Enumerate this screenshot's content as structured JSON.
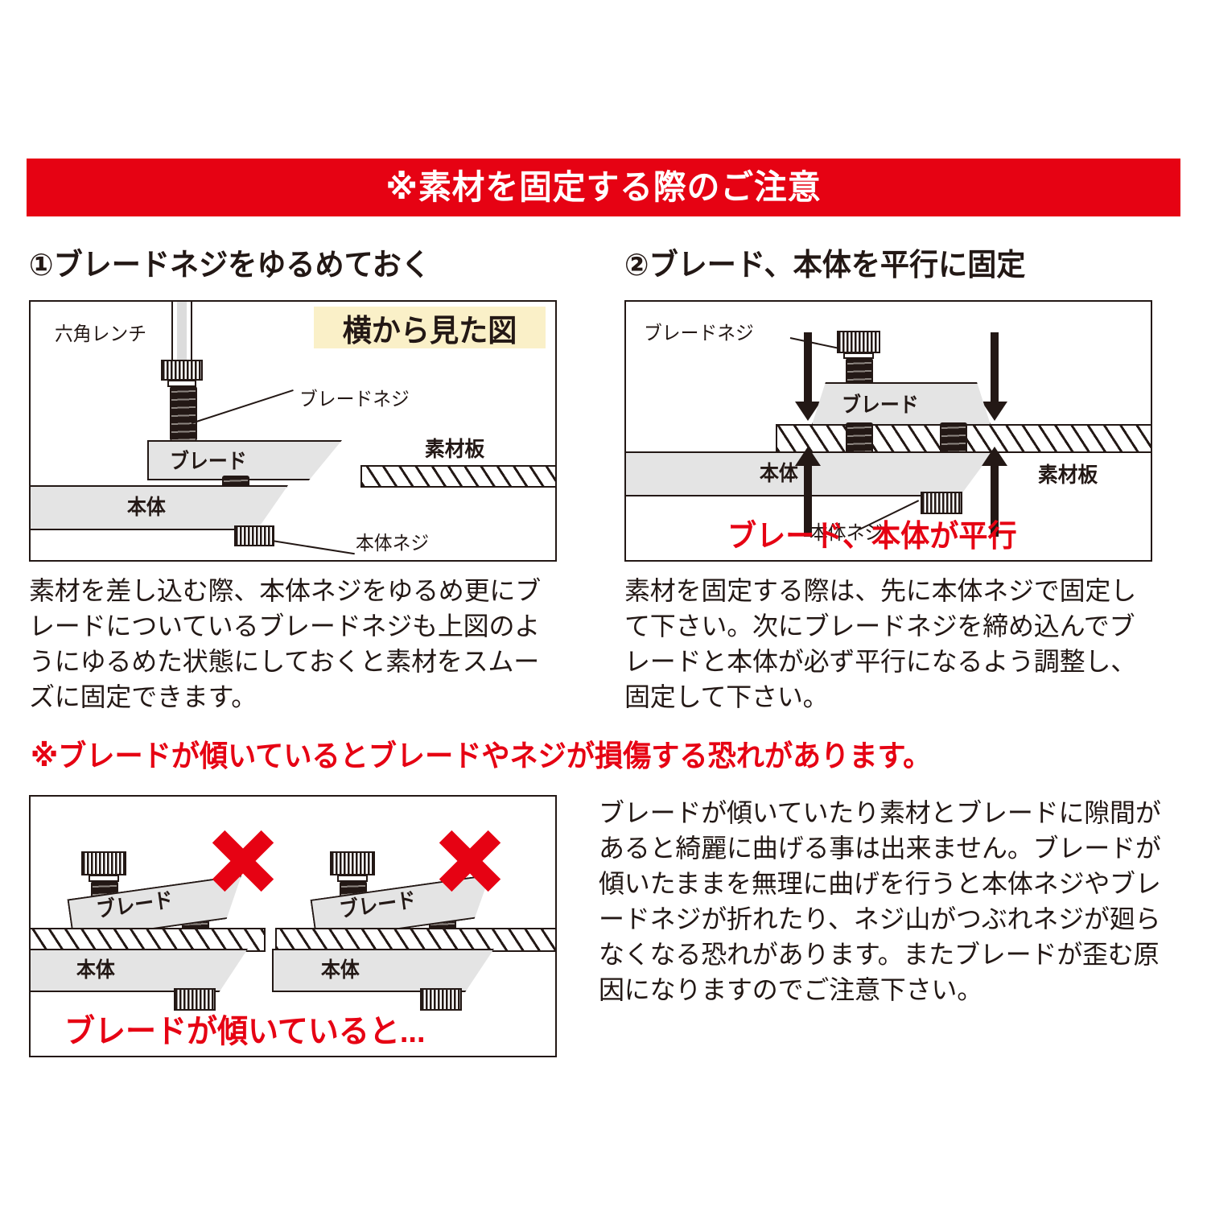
{
  "banner": {
    "title": "※素材を固定する際のご注意"
  },
  "colors": {
    "banner_red": "#E60213",
    "warning_red": "#E60213",
    "text_black": "#231815",
    "part_gray": "#E4E4E4",
    "badge_cream": "#FAF0C8"
  },
  "sections": {
    "step1": {
      "heading": "①ブレードネジをゆるめておく",
      "diagram": {
        "badge": "横から見た図",
        "labels": {
          "hex_wrench": "六角レンチ",
          "blade_screw": "ブレードネジ",
          "blade": "ブレード",
          "material_plate": "素材板",
          "body": "本体",
          "body_screw": "本体ネジ"
        }
      },
      "paragraph": "素材を差し込む際、本体ネジをゆるめ更にブレードについているブレードネジも上図のようにゆるめた状態にしておくと素材をスムーズに固定できます。"
    },
    "step2": {
      "heading": "②ブレード、本体を平行に固定",
      "diagram": {
        "labels": {
          "blade_screw": "ブレードネジ",
          "blade": "ブレード",
          "material_plate": "素材板",
          "body": "本体",
          "body_screw": "本体ネジ"
        },
        "caption": "ブレード、本体が平行"
      },
      "paragraph": "素材を固定する際は、先に本体ネジで固定して下さい。次にブレードネジを締め込んでブレードと本体が必ず平行になるよう調整し、固定して下さい。"
    },
    "warning": {
      "headline": "※ブレードが傾いているとブレードやネジが損傷する恐れがあります。",
      "diagram": {
        "labels": {
          "blade_left": "ブレード",
          "blade_right": "ブレード",
          "body_left": "本体",
          "body_right": "本体"
        },
        "caption": "ブレードが傾いていると...",
        "mark": "✕"
      },
      "paragraph": "ブレードが傾いていたり素材とブレードに隙間があると綺麗に曲げる事は出来ません。ブレードが傾いたままを無理に曲げを行うと本体ネジやブレードネジが折れたり、ネジ山がつぶれネジが廻らなくなる恐れがあります。またブレードが歪む原因になりますのでご注意下さい。"
    }
  }
}
